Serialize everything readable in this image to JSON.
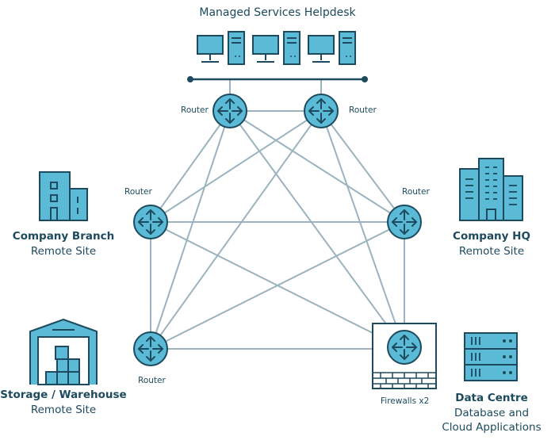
{
  "title": "Managed Services Helpdesk",
  "routers": {
    "top_left": "Router",
    "top_right": "Router",
    "mid_left": "Router",
    "mid_right": "Router",
    "bottom_left": "Router"
  },
  "firewall": {
    "label": "Firewalls x2"
  },
  "sites": {
    "branch": {
      "name": "Company Branch",
      "sub": "Remote Site"
    },
    "hq": {
      "name": "Company HQ",
      "sub": "Remote Site"
    },
    "storage": {
      "name": "Storage / Warehouse",
      "sub": "Remote Site"
    },
    "datacentre": {
      "name": "Data Centre",
      "sub_line1": "Database and",
      "sub_line2": "Cloud Applications"
    }
  },
  "colors": {
    "navy": "#1d4a5e",
    "fill": "#5bbbd6",
    "line": "#9ab3bf"
  }
}
